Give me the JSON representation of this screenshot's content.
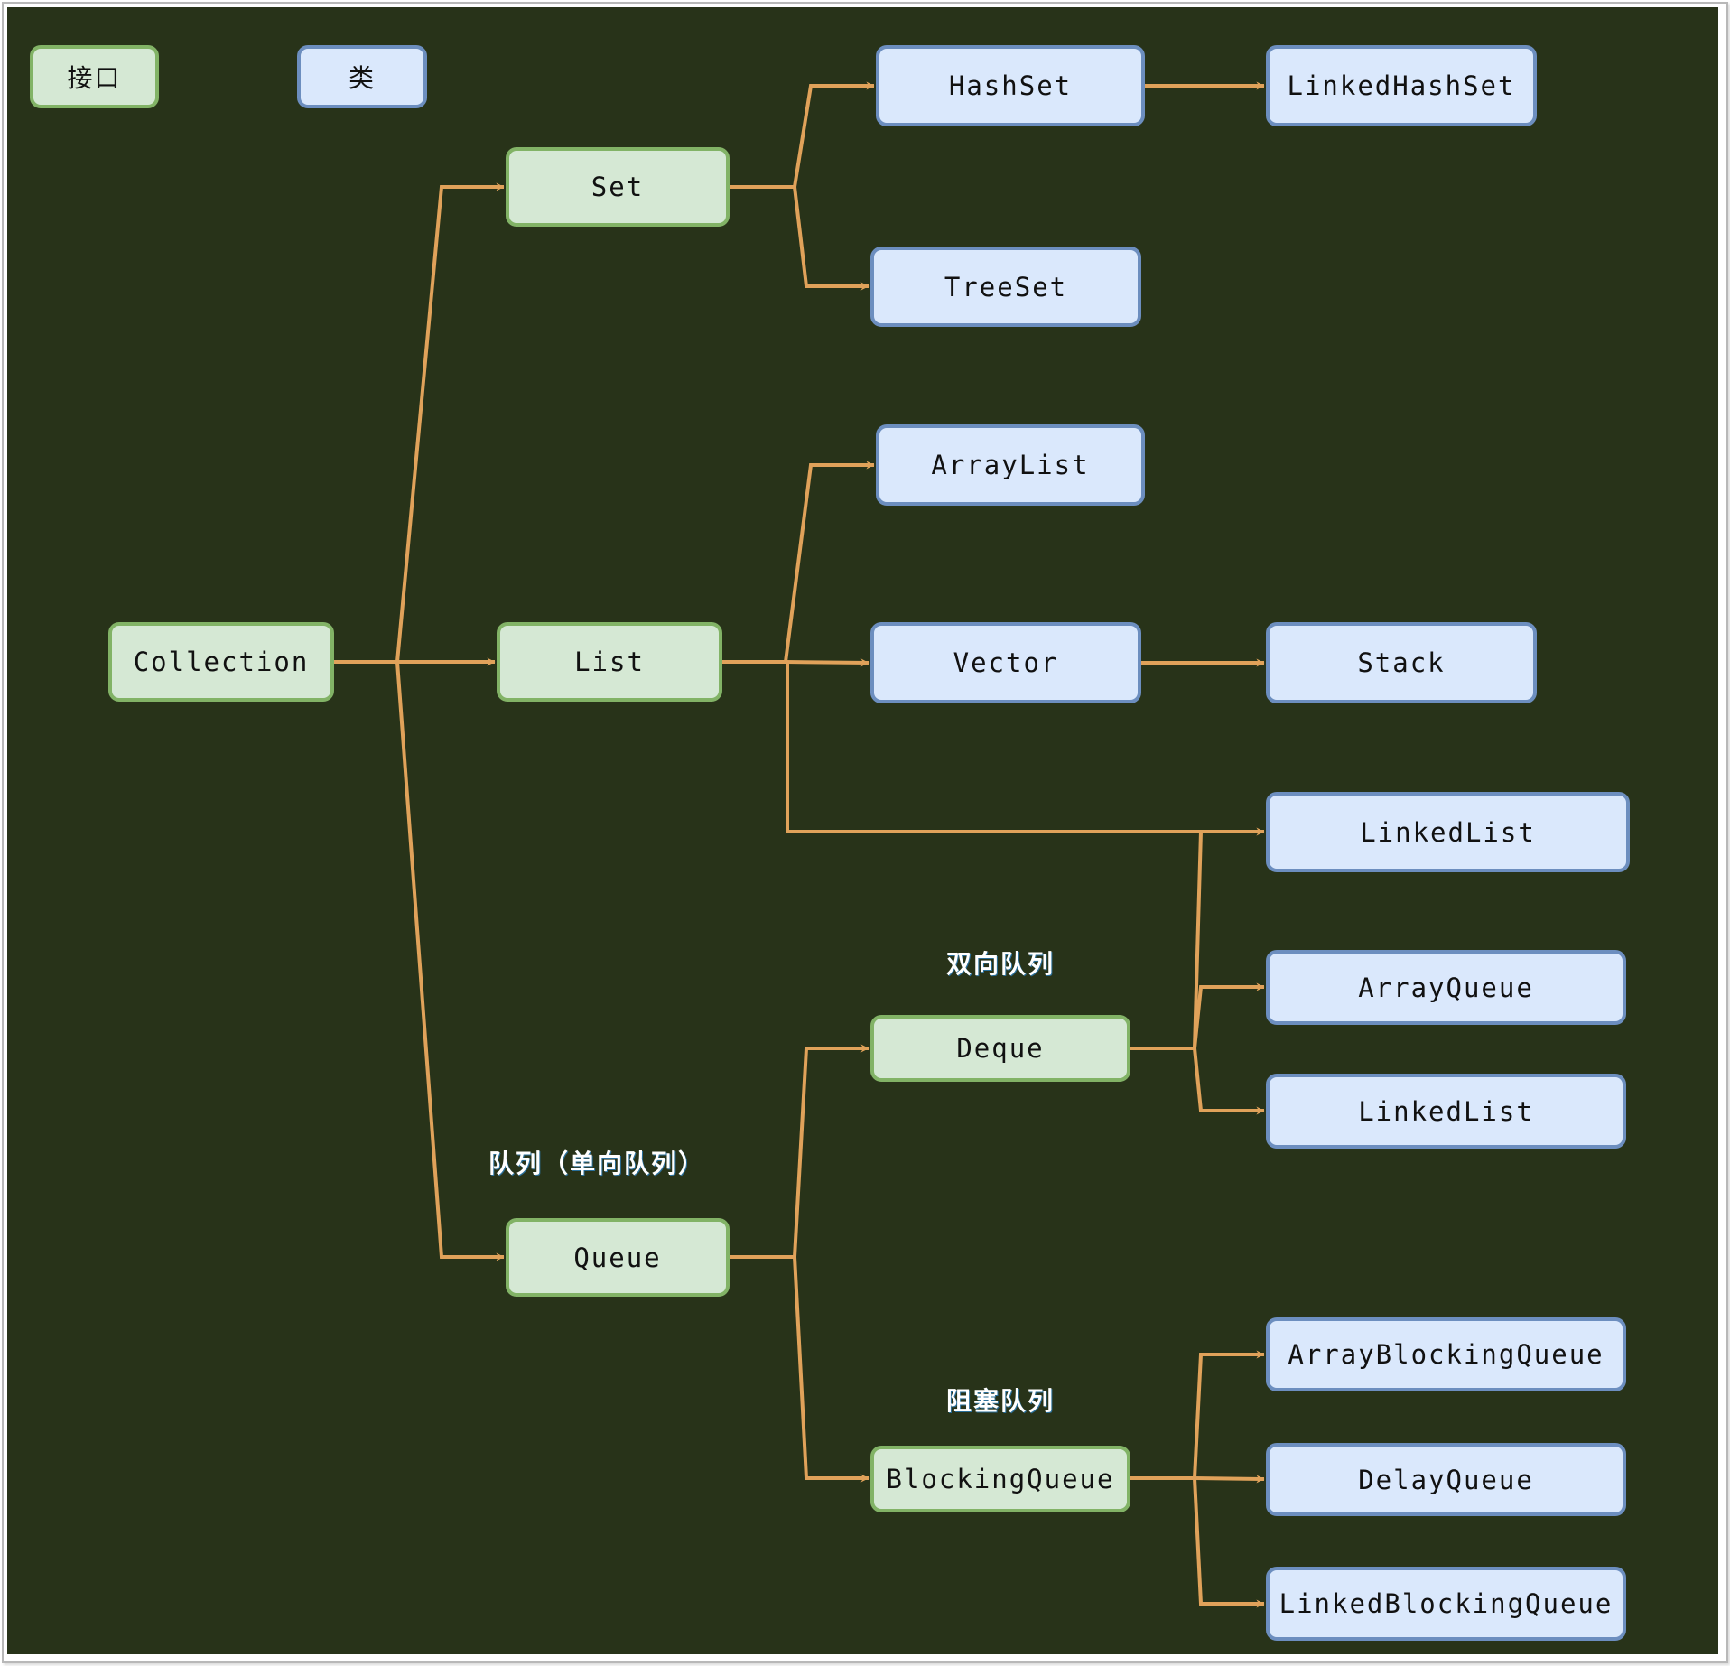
{
  "legend": {
    "interface_label": "接口",
    "class_label": "类"
  },
  "colors": {
    "background": "#283319",
    "interface_fill": "#d5e8d4",
    "interface_stroke": "#82b366",
    "class_fill": "#dae8fc",
    "class_stroke": "#6c8ebf",
    "connector": "#e0a25a",
    "note_text": "#ffffff"
  },
  "nodes": {
    "collection": {
      "label": "Collection",
      "kind": "interface"
    },
    "set": {
      "label": "Set",
      "kind": "interface"
    },
    "list": {
      "label": "List",
      "kind": "interface"
    },
    "queue": {
      "label": "Queue",
      "kind": "interface"
    },
    "deque": {
      "label": "Deque",
      "kind": "interface"
    },
    "blocking_queue": {
      "label": "BlockingQueue",
      "kind": "interface"
    },
    "hash_set": {
      "label": "HashSet",
      "kind": "class"
    },
    "linked_hash_set": {
      "label": "LinkedHashSet",
      "kind": "class"
    },
    "tree_set": {
      "label": "TreeSet",
      "kind": "class"
    },
    "array_list": {
      "label": "ArrayList",
      "kind": "class"
    },
    "vector": {
      "label": "Vector",
      "kind": "class"
    },
    "stack": {
      "label": "Stack",
      "kind": "class"
    },
    "linked_list_1": {
      "label": "LinkedList",
      "kind": "class"
    },
    "array_queue": {
      "label": "ArrayQueue",
      "kind": "class"
    },
    "linked_list_2": {
      "label": "LinkedList",
      "kind": "class"
    },
    "array_blocking_queue": {
      "label": "ArrayBlockingQueue",
      "kind": "class"
    },
    "delay_queue": {
      "label": "DelayQueue",
      "kind": "class"
    },
    "linked_blocking_queue": {
      "label": "LinkedBlockingQueue",
      "kind": "class"
    }
  },
  "edges": [
    {
      "from": "collection",
      "to": "set"
    },
    {
      "from": "collection",
      "to": "list"
    },
    {
      "from": "collection",
      "to": "queue"
    },
    {
      "from": "set",
      "to": "hash_set"
    },
    {
      "from": "set",
      "to": "tree_set"
    },
    {
      "from": "hash_set",
      "to": "linked_hash_set"
    },
    {
      "from": "list",
      "to": "array_list"
    },
    {
      "from": "list",
      "to": "vector"
    },
    {
      "from": "list",
      "to": "linked_list_1"
    },
    {
      "from": "vector",
      "to": "stack"
    },
    {
      "from": "deque",
      "to": "linked_list_1"
    },
    {
      "from": "deque",
      "to": "array_queue"
    },
    {
      "from": "deque",
      "to": "linked_list_2"
    },
    {
      "from": "queue",
      "to": "deque"
    },
    {
      "from": "queue",
      "to": "blocking_queue"
    },
    {
      "from": "blocking_queue",
      "to": "array_blocking_queue"
    },
    {
      "from": "blocking_queue",
      "to": "delay_queue"
    },
    {
      "from": "blocking_queue",
      "to": "linked_blocking_queue"
    }
  ],
  "notes": {
    "queue_note": "队列（单向队列）",
    "deque_note": "双向队列",
    "blocking_note": "阻塞队列"
  }
}
